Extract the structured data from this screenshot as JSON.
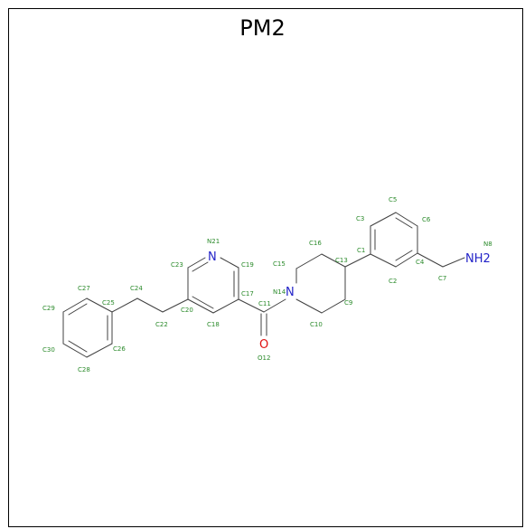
{
  "title": "PM2",
  "colors": {
    "bond": "#404040",
    "carbon_label": "#2a8a2a",
    "nitrogen": "#2323c8",
    "oxygen": "#e01010"
  },
  "heteroatoms": {
    "pyridine_n": "N",
    "amide_n": "N",
    "amide_o": "O",
    "amine": "NH2"
  },
  "labels": {
    "N21": "N21",
    "C23": "C23",
    "C19": "C19",
    "C17": "C17",
    "C20": "C20",
    "C18": "C18",
    "C24": "C24",
    "C22": "C22",
    "C25": "C25",
    "C26": "C26",
    "C27": "C27",
    "C29": "C29",
    "C30": "C30",
    "C28": "C28",
    "C11": "C11",
    "O12": "O12",
    "N14": "N14",
    "C15": "C15",
    "C16": "C16",
    "C13": "C13",
    "C9": "C9",
    "C10": "C10",
    "C1": "C1",
    "C2": "C2",
    "C3": "C3",
    "C5": "C5",
    "C6": "C6",
    "C4": "C4",
    "C7": "C7",
    "N8": "N8"
  }
}
